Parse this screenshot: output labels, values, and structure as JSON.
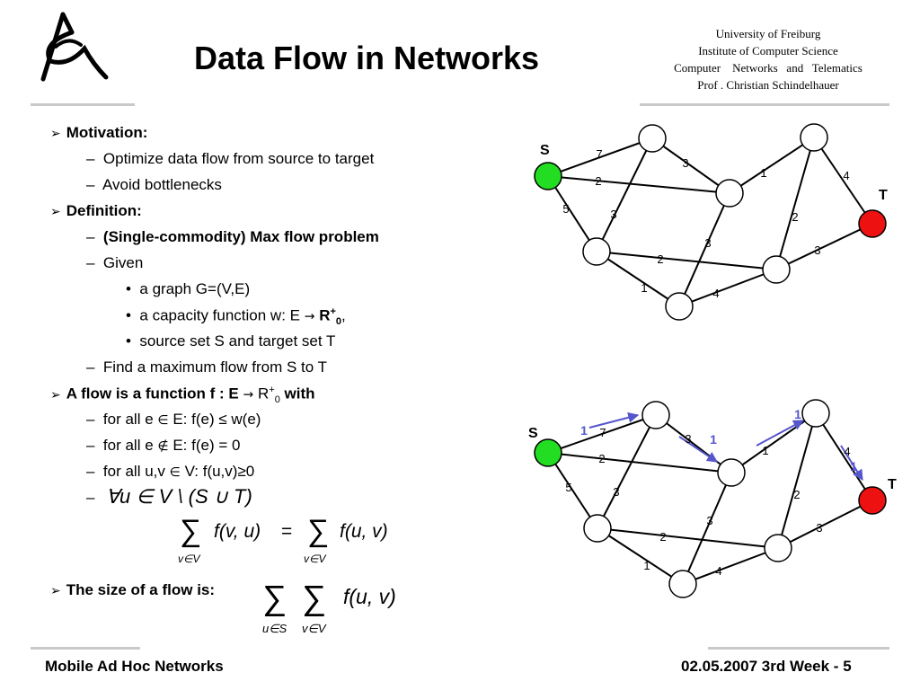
{
  "header": {
    "title": "Data Flow in Networks",
    "institution": [
      "University of Freiburg",
      "Institute of Computer Science",
      "Computer    Networks   and   Telematics",
      "Prof . Christian Schindelhauer"
    ]
  },
  "content": {
    "motivation_heading": "Motivation:",
    "motivation_items": [
      "Optimize data flow from source to target",
      "Avoid bottlenecks"
    ],
    "definition_heading": "Definition:",
    "definition_problem": "(Single-commodity) Max flow problem",
    "given_label": "Given",
    "given_graph": "a graph G=(V,E)",
    "given_capacity_prefix": "a capacity function w: E",
    "given_capacity_set": "R",
    "given_capacity_sup": "+",
    "given_capacity_sub": "0",
    "given_capacity_suffix": ",",
    "given_sets": "source set S and target set T",
    "find_item": "Find a maximum flow from S to T",
    "flow_heading_prefix": "A flow is a function f : E",
    "flow_heading_set": "R",
    "flow_heading_sup": "+",
    "flow_heading_sub": "0",
    "flow_heading_suffix": "with",
    "cond_1_prefix": "for all e",
    "cond_1_suffix": "E: f(e) ≤ w(e)",
    "cond_2_prefix": "for all e",
    "cond_2_suffix": "E: f(e) = 0",
    "cond_3_prefix": "for all u,v",
    "cond_3_suffix": "V: f(u,v)≥0",
    "conservation_quantifier": "∀u ∈ V \\ (S ∪ T)",
    "conservation_lhs_term": "f(v, u)",
    "conservation_eq": "=",
    "conservation_rhs_term": "f(u, v)",
    "conservation_index": "v∈V",
    "size_heading": "The size of a flow is:",
    "size_index_1": "u∈S",
    "size_index_2": "v∈V",
    "size_term": "f(u, v)"
  },
  "graph_top": {
    "source_label": "S",
    "target_label": "T",
    "edge_labels": [
      "7",
      "2",
      "5",
      "3",
      "3",
      "1",
      "4",
      "2",
      "3",
      "3",
      "2",
      "1",
      "4"
    ]
  },
  "graph_bottom": {
    "source_label": "S",
    "target_label": "T",
    "edge_labels": [
      "7",
      "2",
      "5",
      "3",
      "3",
      "1",
      "4",
      "2",
      "3",
      "3",
      "2",
      "1",
      "4"
    ],
    "flow_labels": [
      "1",
      "1",
      "1",
      "1"
    ]
  },
  "colors": {
    "source": "#22dd22",
    "target": "#ee1111",
    "flow_arrow": "#5555cc",
    "rule": "#c9c9c9"
  },
  "footer": {
    "left": "Mobile Ad Hoc Networks",
    "right": "02.05.2007 3rd Week - 5"
  }
}
